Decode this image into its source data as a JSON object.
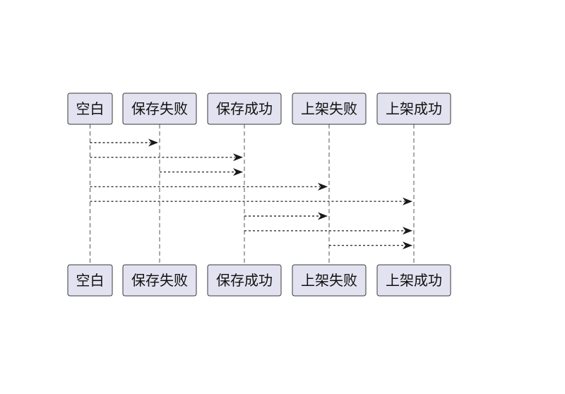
{
  "participants": [
    {
      "id": "blank",
      "label": "空白"
    },
    {
      "id": "save_failed",
      "label": "保存失败"
    },
    {
      "id": "save_success",
      "label": "保存成功"
    },
    {
      "id": "publish_failed",
      "label": "上架失败"
    },
    {
      "id": "publish_success",
      "label": "上架成功"
    }
  ],
  "messages": [
    {
      "from": "blank",
      "to": "save_failed"
    },
    {
      "from": "blank",
      "to": "save_success"
    },
    {
      "from": "save_failed",
      "to": "save_success"
    },
    {
      "from": "blank",
      "to": "publish_failed"
    },
    {
      "from": "blank",
      "to": "publish_success"
    },
    {
      "from": "save_success",
      "to": "publish_failed"
    },
    {
      "from": "save_success",
      "to": "publish_success"
    },
    {
      "from": "publish_failed",
      "to": "publish_success"
    }
  ]
}
